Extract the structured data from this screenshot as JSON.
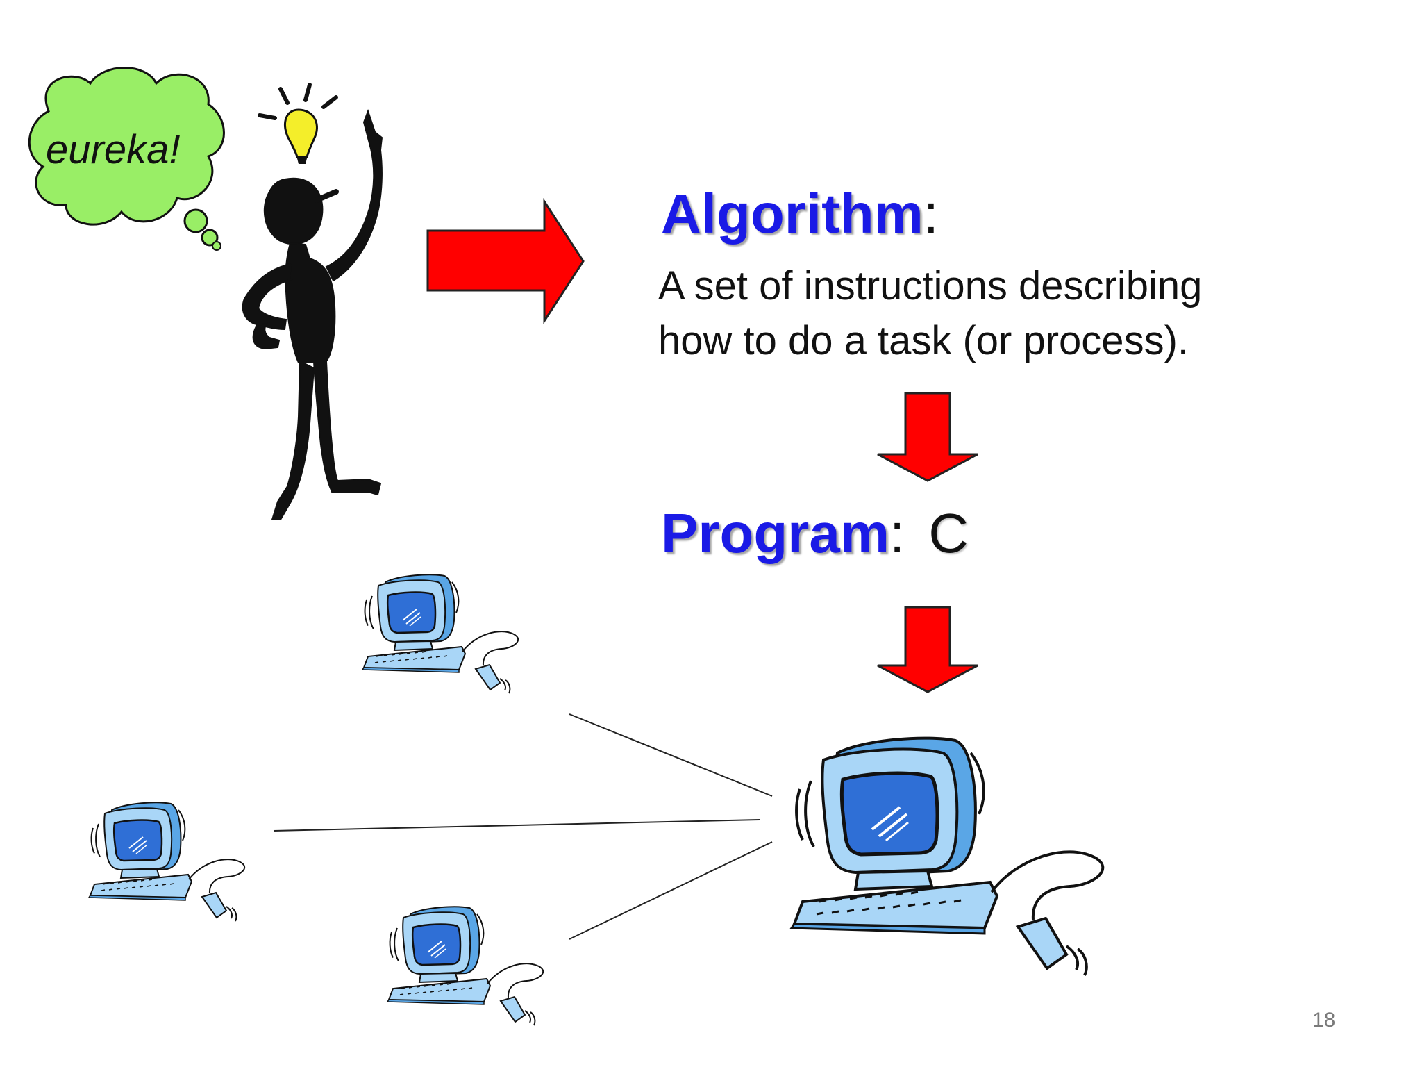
{
  "thought_bubble": {
    "text": "eureka!"
  },
  "algorithm": {
    "term": "Algorithm",
    "colon": ":",
    "description_line1": "A set of instructions describing",
    "description_line2": "how to do a task (or process)."
  },
  "program": {
    "term": "Program",
    "colon": ":",
    "language": "C"
  },
  "page_number": "18",
  "colors": {
    "term_blue": "#1a1ae6",
    "arrow_red": "#ff0000",
    "bubble_green": "#99ee66",
    "computer_light_blue": "#9fd0f5",
    "computer_screen_blue": "#2f6fd6"
  },
  "icons": [
    "person-with-idea-icon",
    "light-bulb-icon",
    "thought-bubble-icon",
    "arrow-right-icon",
    "arrow-down-icon",
    "computer-icon"
  ]
}
